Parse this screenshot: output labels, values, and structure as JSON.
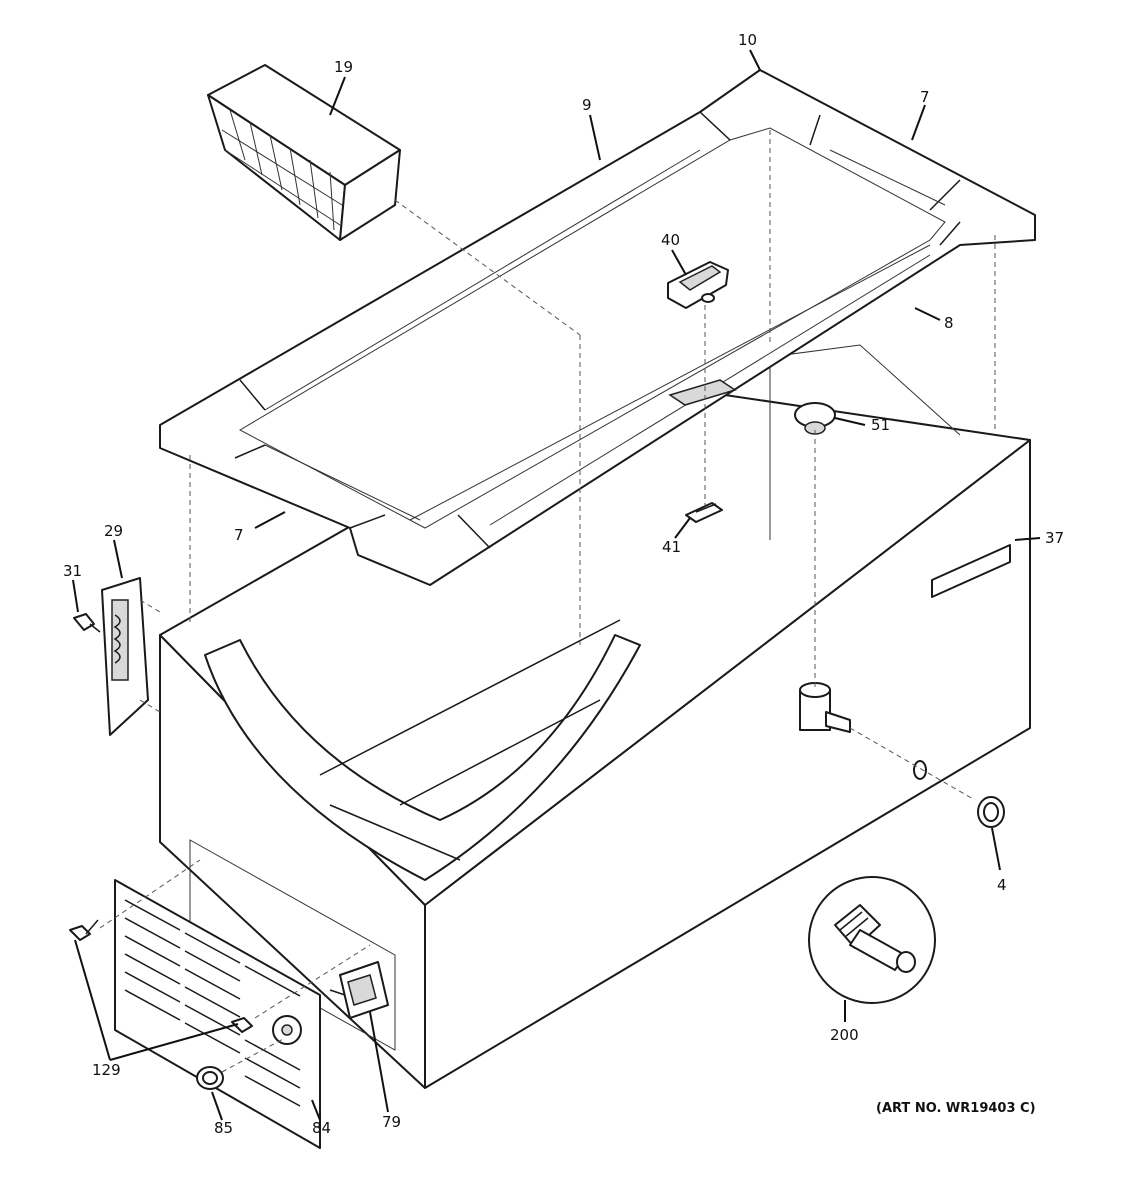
{
  "callouts": {
    "c10": "10",
    "c19": "19",
    "c9": "9",
    "c7_top": "7",
    "c40": "40",
    "c8": "8",
    "c51": "51",
    "c29": "29",
    "c31": "31",
    "c7_bottom": "7",
    "c41": "41",
    "c37": "37",
    "c4": "4",
    "c200": "200",
    "c129": "129",
    "c85": "85",
    "c84": "84",
    "c79": "79"
  },
  "art_number": "(ART NO. WR19403 C)"
}
